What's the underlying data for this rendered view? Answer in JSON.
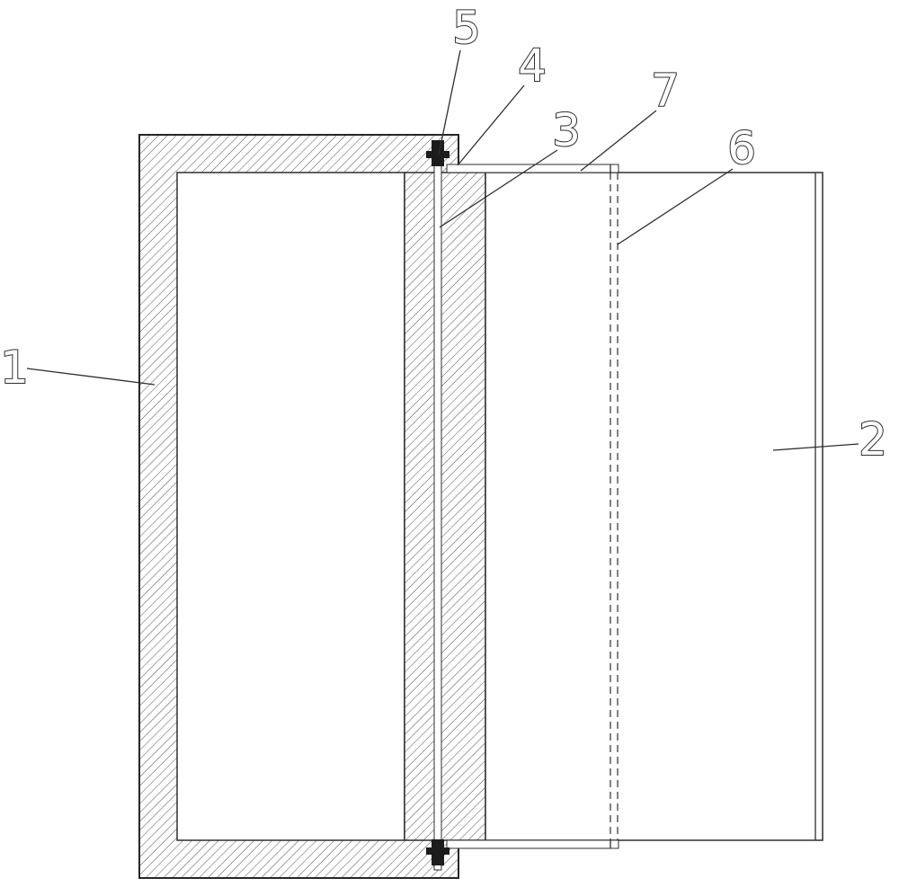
{
  "figure": {
    "background_color": "#ffffff",
    "line_color": "#2e2e2e",
    "hatch_line_color": "#4f4f4f",
    "bolt_color": "#1c1c1c",
    "callouts": [
      {
        "label": "1"
      },
      {
        "label": "2"
      },
      {
        "label": "3"
      },
      {
        "label": "4"
      },
      {
        "label": "5"
      },
      {
        "label": "6"
      },
      {
        "label": "7"
      }
    ]
  }
}
